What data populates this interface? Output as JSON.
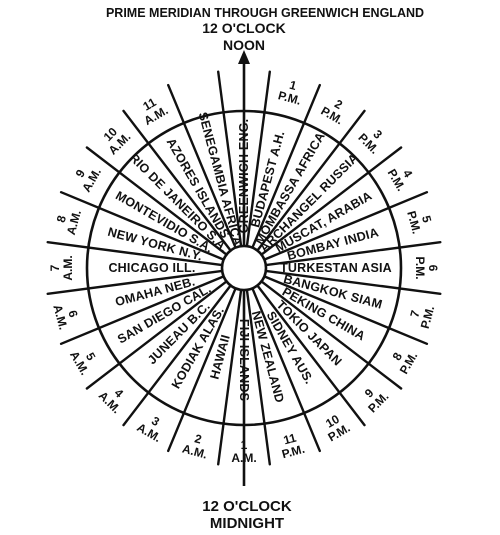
{
  "header": {
    "meridian": "PRIME MERIDIAN THROUGH GREENWICH ENGLAND",
    "noon_time": "12 O'CLOCK",
    "noon": "NOON"
  },
  "footer": {
    "midnight_time": "12 O'CLOCK",
    "midnight": "MIDNIGHT"
  },
  "colors": {
    "ink": "#111111",
    "paper": "#ffffff"
  },
  "sectors": [
    {
      "place": "GREENWICH ENG."
    },
    {
      "place": "BUDAPEST A.H."
    },
    {
      "place": "MOMBASSA AFRICA"
    },
    {
      "place": "ARCHANGEL RUSSIA"
    },
    {
      "place": "MUSCAT, ARABIA"
    },
    {
      "place": "BOMBAY INDIA"
    },
    {
      "place": "TURKESTAN ASIA"
    },
    {
      "place": "BANGKOK SIAM"
    },
    {
      "place": "PEKING CHINA"
    },
    {
      "place": "TOKIO JAPAN"
    },
    {
      "place": "SIDNEY AUS."
    },
    {
      "place": "NEW ZEALAND"
    },
    {
      "place": "FIJI ISLANDS"
    },
    {
      "place": "HAWAII"
    },
    {
      "place": "KODIAK ALAS."
    },
    {
      "place": "JUNEAU B.C."
    },
    {
      "place": "SAN DIEGO CAL."
    },
    {
      "place": "OMAHA NEB."
    },
    {
      "place": "CHICAGO ILL."
    },
    {
      "place": "NEW YORK N.Y."
    },
    {
      "place": "MONTEVIDIO S.A."
    },
    {
      "place": "RIO DE JANEIRO S.A."
    },
    {
      "place": "AZORES ISLANDS"
    },
    {
      "place": "SENEGAMBIA AFRICA"
    }
  ],
  "hours": [
    {
      "num": "1",
      "ap": "P.M."
    },
    {
      "num": "2",
      "ap": "P.M."
    },
    {
      "num": "3",
      "ap": "P.M."
    },
    {
      "num": "4",
      "ap": "P.M."
    },
    {
      "num": "5",
      "ap": "P.M."
    },
    {
      "num": "6",
      "ap": "P.M."
    },
    {
      "num": "7",
      "ap": "P.M."
    },
    {
      "num": "8",
      "ap": "P.M."
    },
    {
      "num": "9",
      "ap": "P.M."
    },
    {
      "num": "10",
      "ap": "P.M."
    },
    {
      "num": "11",
      "ap": "P.M."
    },
    {
      "num": "1",
      "ap": "A.M."
    },
    {
      "num": "2",
      "ap": "A.M."
    },
    {
      "num": "3",
      "ap": "A.M."
    },
    {
      "num": "4",
      "ap": "A.M."
    },
    {
      "num": "5",
      "ap": "A.M."
    },
    {
      "num": "6",
      "ap": "A.M."
    },
    {
      "num": "7",
      "ap": "A.M."
    },
    {
      "num": "8",
      "ap": "A.M."
    },
    {
      "num": "9",
      "ap": "A.M."
    },
    {
      "num": "10",
      "ap": "A.M."
    },
    {
      "num": "11",
      "ap": "A.M."
    }
  ]
}
